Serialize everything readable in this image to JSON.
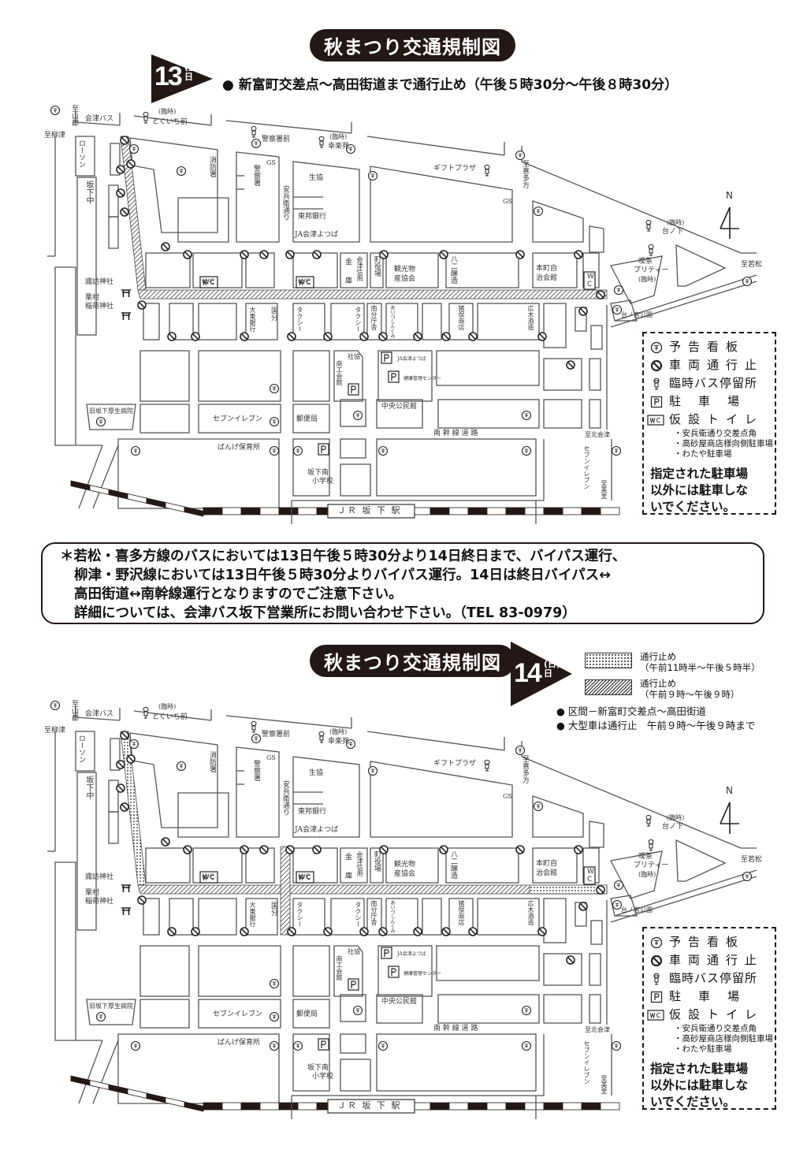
{
  "colors": {
    "ink": "#231815",
    "line": "#555555",
    "hatch": "#222222"
  },
  "day13": {
    "title": "秋まつり交通規制図",
    "day_number": "13",
    "weekday_top": "(土)",
    "weekday_bottom": "日",
    "headline": "● 新富町交差点～高田街道まで通行止め（午後５時30分～午後８時30分）"
  },
  "notice": {
    "lines": [
      "＊若松・喜多方線のバスにおいては13日午後５時30分より14日終日まで、バイパス運行、",
      "柳津・野沢線においては13日午後５時30分よりバイパス運行。14日は終日バイパス↔",
      "高田街道↔南幹線運行となりますのでご注意下さい。",
      "詳細については、会津バス坂下営業所にお問い合わせ下さい。（TEL 83-0979）"
    ]
  },
  "day14": {
    "title": "秋まつり交通規制図",
    "day_number": "14",
    "weekday_top": "(日)",
    "weekday_bottom": "日",
    "legend": [
      {
        "pattern": "dots",
        "label_1": "通行止め",
        "label_2": "（午前11時半～午後５時半）"
      },
      {
        "pattern": "hatch",
        "label_1": "通行止め",
        "label_2": "（午前９時～午後９時）"
      }
    ],
    "bullets": [
      "● 区間－新富町交差点～高田街道",
      "● 大型車は通行止　午前９時～午後９時まで"
    ]
  },
  "map_labels": {
    "to_yamato": "至山都",
    "to_yanaizu": "至柳津",
    "aizu_bus": "会津バス",
    "rinji_1": "(臨時)",
    "tokuichi": "とくいち前",
    "keisatsu_mae": "警察署前",
    "rinji_2": "(臨時)",
    "kourakuen": "幸楽苑",
    "lawson": "ローソン",
    "bange_jh": "坂下中",
    "shobosho": "消防署",
    "keisatsusho": "警察署",
    "gs1": "GS",
    "yasubee": "安兵衛通り",
    "seikyo": "生協",
    "toho_bank": "東邦銀行",
    "ja_yotsuba": "JA会津よつば",
    "gift_plaza": "ギフトプラザ",
    "to_kitakata": "至喜多方",
    "gs2": "GS",
    "rinji_3": "(臨時)",
    "dainoshita": "台ノ下",
    "north": "N",
    "kissa": "喫茶",
    "pretty": "プリティー",
    "rinji_4": "(臨時)",
    "to_wakamatsu": "至若松",
    "kinyu": "金",
    "aizu_shinyo": "会津信用",
    "ko": "庫",
    "town_office": "町役場",
    "kanko": "観光物",
    "kanko2": "産協会",
    "hachini": "八二醸造",
    "honmachi": "本町自",
    "honmachi2": "治会館",
    "wc": "WC",
    "wc_v1": "W",
    "wc_v2": "C",
    "suwa": "諏訪神社",
    "kurimura": "栗村",
    "inari": "稲荷神社",
    "daito": "大東銀行",
    "kokubu": "国分",
    "taxi": "タクシー",
    "minami_bunchosha": "南分庁舎",
    "aizu_shinkumi": "あいづしんくみ",
    "inomata": "猪俣商店",
    "hiroki": "広木酒造",
    "dainomiya": "台ノ宮公園",
    "shokokaikan": "商工会館",
    "shakyo": "社協",
    "ja_yotsuba_small": "JA会津よつば",
    "kenko_center": "健康管理センター",
    "old_hospital": "旧坂下厚生病院",
    "seven_eleven": "セブンイレブン",
    "post_office": "郵便局",
    "chuo_kominkan": "中央公民館",
    "minami_kansen": "南 幹 線 道 路",
    "to_kitaaizu": "至北会津",
    "bange_hoikusho": "ばんげ保育所",
    "seven_v": "セブンイレブン",
    "to_misato": "至美里",
    "bange_minami": "坂下南",
    "shogakko": "小学校",
    "jr_station": "ＪＲ 坂 下 駅",
    "parking_p": "P",
    "yokoku": "予"
  },
  "key": {
    "items": [
      {
        "icon": "notice-board",
        "label": "予告看板"
      },
      {
        "icon": "no-entry",
        "label": "車両通行止"
      },
      {
        "icon": "bus-stop",
        "label": "臨時バス停留所"
      },
      {
        "icon": "parking",
        "label": "駐車場"
      },
      {
        "icon": "toilet",
        "label": "仮設トイレ"
      }
    ],
    "toilet_sites": [
      "・安兵衛通り交差点角",
      "・高砂屋商店様向側駐車場",
      "・わたや駐車場"
    ],
    "warning": [
      "指定された駐車場",
      "以外には駐車しな",
      "いでください。"
    ]
  }
}
